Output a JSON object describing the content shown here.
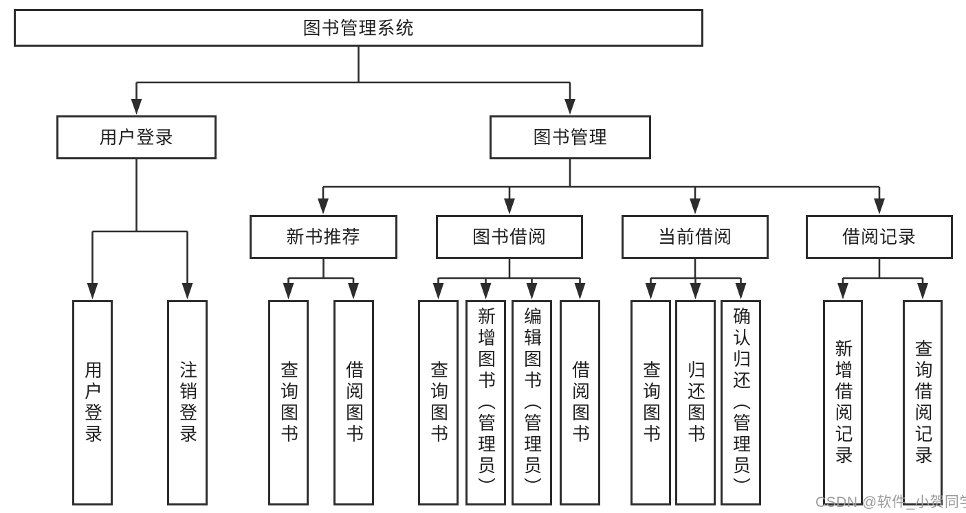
{
  "tree": {
    "label": "图书管理系统",
    "children": [
      {
        "label": "用户登录",
        "children": [
          {
            "label": "用户登录"
          },
          {
            "label": "注销登录"
          }
        ]
      },
      {
        "label": "图书管理",
        "children": [
          {
            "label": "新书推荐",
            "children": [
              {
                "label": "查询图书"
              },
              {
                "label": "借阅图书"
              }
            ]
          },
          {
            "label": "图书借阅",
            "children": [
              {
                "label": "查询图书"
              },
              {
                "label": "新增图书（管理员）"
              },
              {
                "label": "编辑图书（管理员）"
              },
              {
                "label": "借阅图书"
              }
            ]
          },
          {
            "label": "当前借阅",
            "children": [
              {
                "label": "查询图书"
              },
              {
                "label": "归还图书"
              },
              {
                "label": "确认归还（管理员）"
              }
            ]
          },
          {
            "label": "借阅记录",
            "children": [
              {
                "label": "新增借阅记录"
              },
              {
                "label": "查询借阅记录"
              }
            ]
          }
        ]
      }
    ]
  },
  "watermark": {
    "text": "CSDN @软件_小贺同学"
  },
  "colors": {
    "line": "#2d2d2d",
    "box_fill": "#ffffff",
    "text": "#1f1f1f",
    "watermark": "#9b9b9b",
    "background": "#ffffff"
  }
}
